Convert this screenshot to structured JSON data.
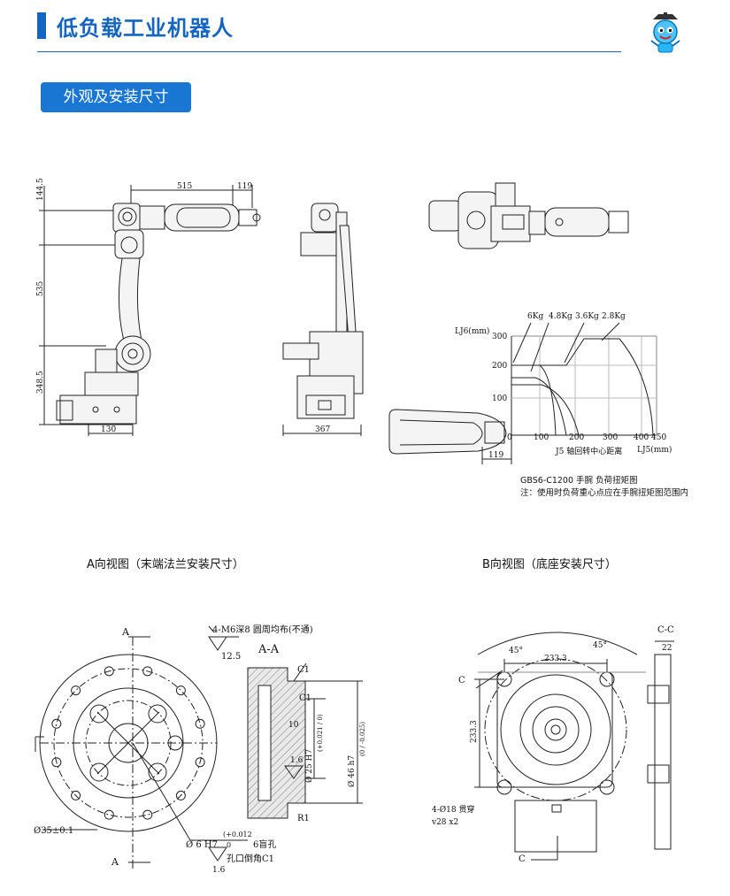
{
  "header": {
    "title": "低负载工业机器人"
  },
  "section": {
    "tab_label": "外观及安装尺寸"
  },
  "side_view": {
    "dims": {
      "top_width": "515",
      "top_offset": "119",
      "h1": "144.5",
      "h2": "535",
      "h3": "348.5",
      "base_width": "130"
    }
  },
  "front_view": {
    "dims": {
      "base_width": "367"
    }
  },
  "load_chart": {
    "loads": [
      "6Kg",
      "4.8Kg",
      "3.6Kg",
      "2.8Kg"
    ],
    "ylabel": "LJ6(mm)",
    "yticks": [
      "300",
      "200",
      "100"
    ],
    "xticks": [
      "0",
      "100",
      "200",
      "300",
      "400",
      "450"
    ],
    "xlabel": "LJ5(mm)",
    "xcaption": "J5 轴回转中心距离",
    "offset_dim": "119",
    "note_line1": "GBS6-C1200 手腕  负荷扭矩图",
    "note_line2": "注：使用时负荷重心点应在手腕扭矩图范围内"
  },
  "captions": {
    "view_a": "A向视图（末端法兰安装尺寸）",
    "view_b": "B向视图（底座安装尺寸）"
  },
  "flange": {
    "section_label": "A",
    "holes_label": "4-M6深8  圆周均布(不通)",
    "roughness": "12.5",
    "section_title": "A-A",
    "diameter_label": "Ø35±0.1",
    "pin_label": "Ø 6 H7",
    "pin_tol_upper": "(+0.012",
    "pin_tol_lower": "0",
    "pin_count": "6盲孔",
    "chamfer_label": "孔口倒角C1",
    "roughness2": "1.6",
    "dim_depth": "10",
    "dim_d25": "Ø 25 H7",
    "dim_d25_tol": "(+0.021 / 0)",
    "dim_d46": "Ø 46 h7",
    "dim_d46_tol": "(0 / -0.025)",
    "roughness3": "1.6",
    "chamfer_r": "R1",
    "c_mark": "C1"
  },
  "base": {
    "angle1": "45°",
    "angle2": "45°",
    "width": "233.3",
    "height": "233.3",
    "section_mark": "C",
    "section_title": "C-C",
    "dim_22": "22",
    "holes": "4-Ø18  贯穿",
    "counterbore": "v28 x2"
  }
}
